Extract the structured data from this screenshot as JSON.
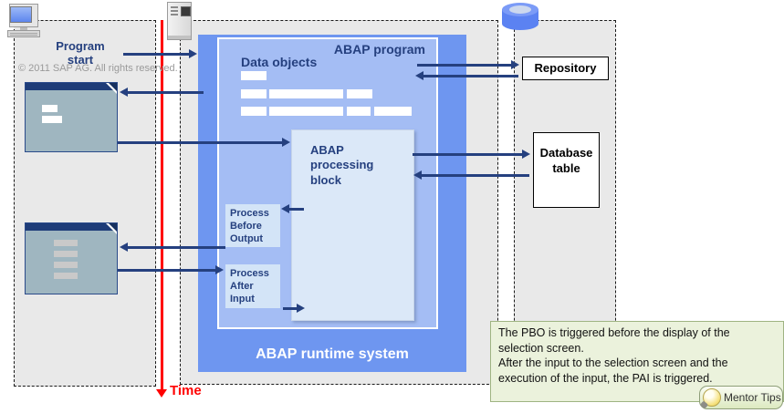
{
  "page": {
    "copyright": "© 2011 SAP AG. All rights reserved.",
    "program_start": "Program start",
    "time_label": "Time"
  },
  "runtime": {
    "title": "ABAP runtime system",
    "program_title": "ABAP program",
    "data_objects_label": "Data objects",
    "processing_block_label": "ABAP processing block",
    "pbo_label": "Process Before Output",
    "pai_label": "Process After Input"
  },
  "backend": {
    "repository_label": "Repository",
    "database_table_label": "Database table"
  },
  "tooltip": {
    "line1": "The PBO is triggered before the display of the selection screen.",
    "line2": "After the input to the selection screen and the execution of the input, the PAI is triggered.",
    "badge_label": "Mentor Tips"
  },
  "icons": {
    "client": "desktop-computer-icon",
    "app_server": "server-icon",
    "database": "database-cylinder-icon",
    "mentor": "lightbulb-icon"
  },
  "colors": {
    "runtime_box": "#6e96f0",
    "program_box": "#a4bdf4",
    "processing_block": "#dbe8f8",
    "event_box": "#d3e4f7",
    "navy_text_arrows": "#25407f",
    "timeline_red": "#ff0000",
    "region_grey": "#e9e9e9",
    "tooltip_bg": "#ebf2dc",
    "window_body": "#9fb6c0",
    "window_titlebar": "#1e3c78"
  }
}
